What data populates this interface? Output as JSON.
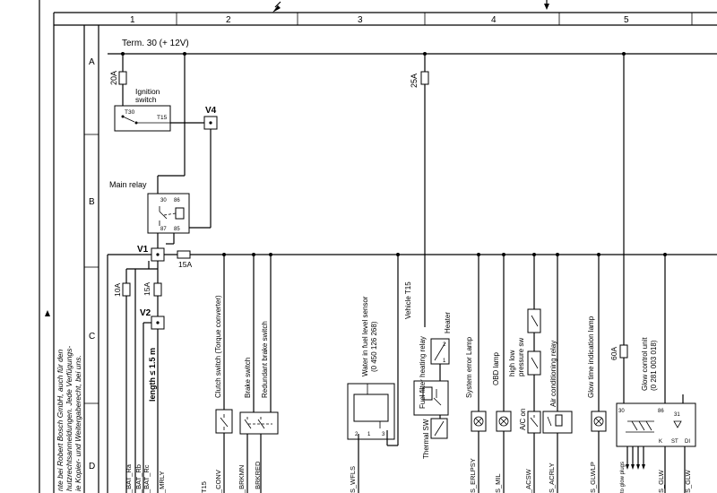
{
  "columns": [
    "1",
    "2",
    "3",
    "4",
    "5"
  ],
  "rows": [
    "A",
    "B",
    "C",
    "D"
  ],
  "side_note": [
    "nte bei Robert Bosch GmbH, auch für den",
    "hutzrechtsanmeldungen. Jede Verfügungs-",
    "ie Kopier- und Weitergaberecht, bei uns."
  ],
  "term30": "Term. 30 (+ 12V)",
  "fuse_20a": "20A",
  "fuse_25a": "25A",
  "fuse_15a_h": "15A",
  "fuse_10a": "10A",
  "fuse_15a_v": "15A",
  "fuse_60a": "60A",
  "ignition_switch": [
    "Ignition",
    "switch"
  ],
  "t30": "T30",
  "t15": "T15",
  "v4": "V4",
  "v1": "V1",
  "v2": "V2",
  "main_relay": "Main relay",
  "relay_pins": [
    "30",
    "86",
    "87",
    "85"
  ],
  "length_label": "length ≤ 1.5 m",
  "clutch_switch": "Clutch switch (Torque converter)",
  "brake_switch": "Brake switch",
  "redundant_brake_switch": "Redundant brake switch",
  "water_sensor": [
    "Water in fuel level sensor",
    "(0 450 126 268)"
  ],
  "vehicle_t15": "Vehicle T15",
  "fuel_filter_relay": "Fuel filter heating relay",
  "heater": "Heater",
  "thermal_sw": "Thermal SW",
  "system_error_lamp": "System error Lamp",
  "obd_lamp": "OBD lamp",
  "high_low_pressure": [
    "high low",
    "pressure sw"
  ],
  "ac_on": "A/C on",
  "ac_relay": "Air conditioning relay",
  "glow_lamp": "Glow time indication lamp",
  "glow_unit": [
    "Glow control unit",
    "(0 281 003 018)"
  ],
  "glow_pins": [
    "30",
    "86",
    "31",
    "K",
    "ST",
    "DI"
  ],
  "to_glow": "to\nglow plugs",
  "bottom_labels": [
    "_BAT_Ra",
    "_BAT_Rb",
    "_BAT_Rc",
    "_MRLY",
    "T15",
    "_CONV",
    "_BRKMN",
    "_BRKRED",
    "S_WFLS",
    "S_ERLPSY",
    "S_MIL",
    "_ACSW",
    "S_ACRLY",
    "S_GLWLP",
    "S_GLW",
    "S_GLW"
  ],
  "sensor_pins": [
    "2",
    "1",
    "3"
  ],
  "heat_pins": [
    "2",
    "1"
  ]
}
